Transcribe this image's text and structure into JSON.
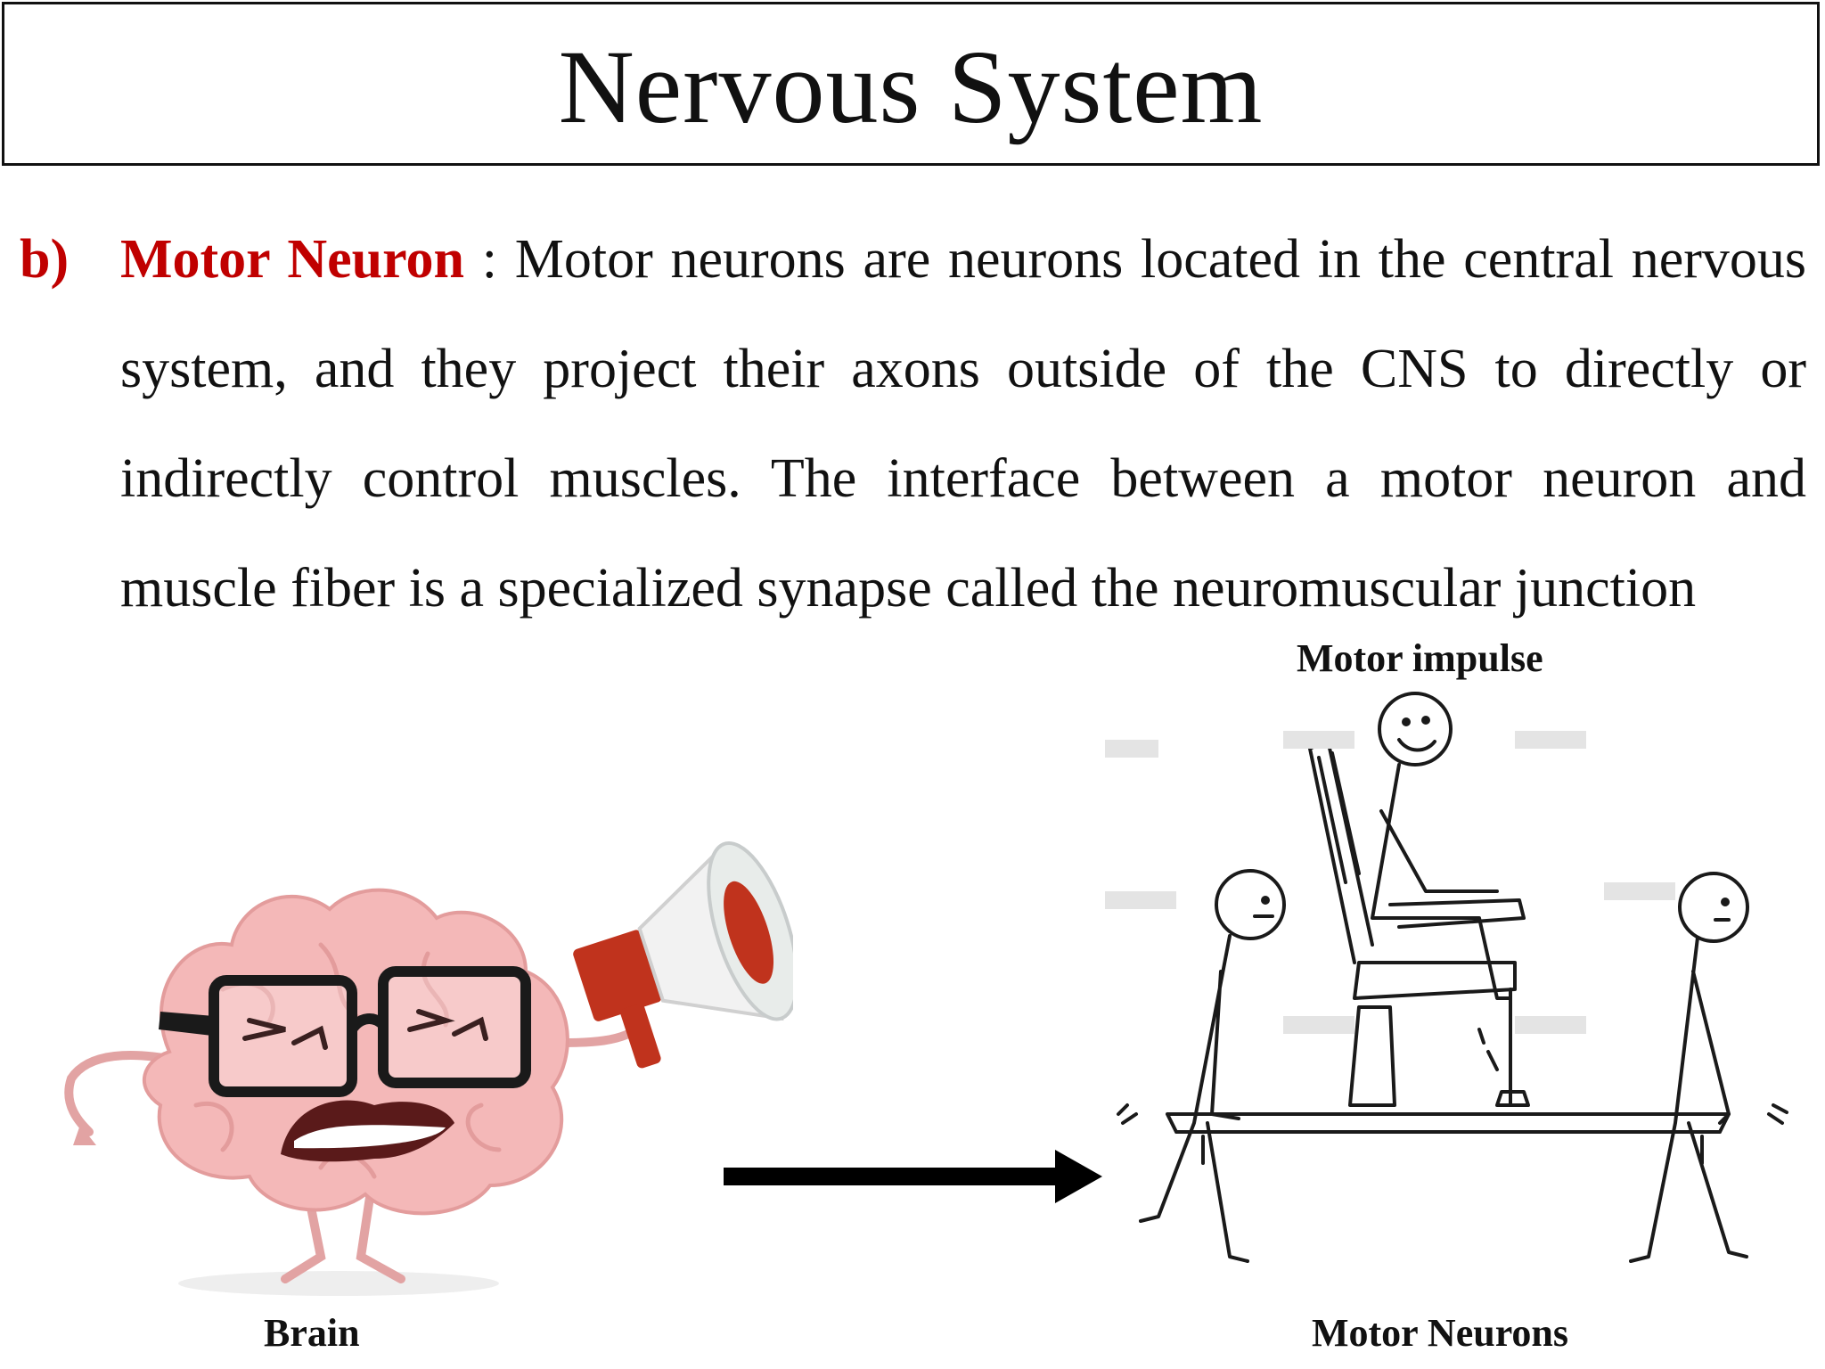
{
  "title": "Nervous System",
  "section": {
    "marker": "b)",
    "term": "Motor Neuron",
    "separator": " : ",
    "text": "Motor neurons are neurons located in the central nervous system, and they project their axons outside of the CNS to directly or indirectly control muscles. The interface between a motor neuron and muscle fiber is a specialized synapse called the neuromuscular junction"
  },
  "figure": {
    "caption_impulse": "Motor impulse",
    "caption_brain": "Brain",
    "caption_motor_neurons": "Motor Neurons",
    "brain_illustration": "cartoon-brain-with-megaphone-icon",
    "carrying_illustration": "stick-figures-carrying-man-on-chair-icon",
    "arrow": "right-arrow-icon"
  }
}
